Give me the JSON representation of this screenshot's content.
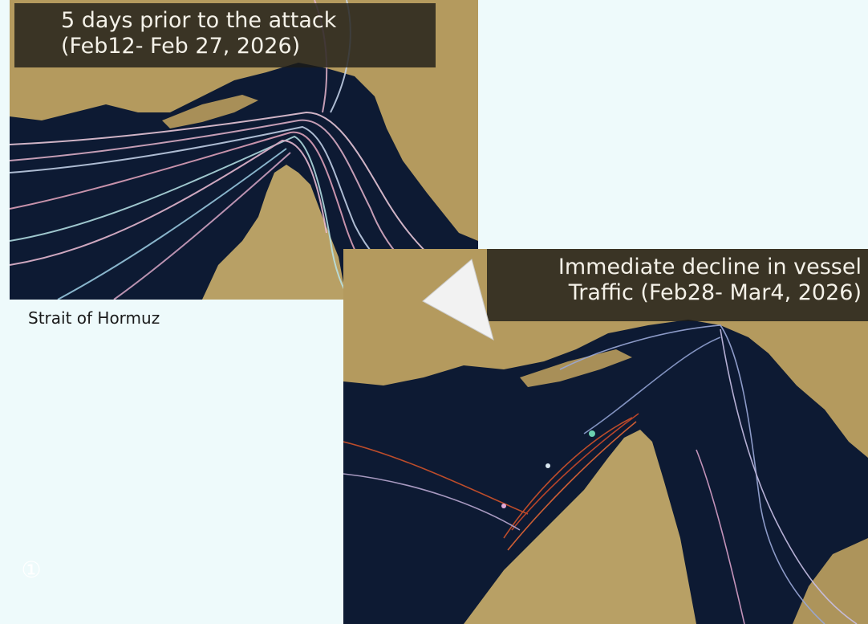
{
  "panels": {
    "before": {
      "caption_line1": "5 days prior to the attack",
      "caption_line2": "(Feb12- Feb 27, 2026)"
    },
    "after": {
      "caption_line1": "Immediate decline in vessel",
      "caption_line2": "Traffic (Feb28- Mar4, 2026)"
    }
  },
  "place_label": "Strait of Hormuz",
  "page_number": "①",
  "colors": {
    "sea": "#0d1a33",
    "land": "#b49a5e",
    "track_before": "#e4b4cc",
    "track_after": "#d0522a",
    "background": "#eefafb"
  },
  "icons": [
    "callout-arrow-icon"
  ]
}
